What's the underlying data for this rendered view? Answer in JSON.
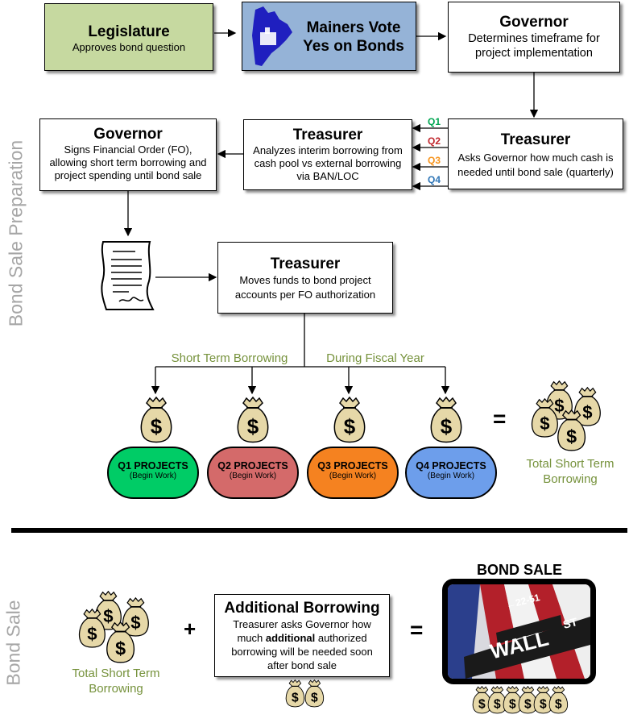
{
  "side_labels": {
    "prep": "Bond Sale Preparation",
    "sale": "Bond Sale"
  },
  "legislature": {
    "title": "Legislature",
    "text": "Approves bond question"
  },
  "mainers": {
    "title_line1": "Mainers Vote",
    "title_line2": "Yes on Bonds"
  },
  "governor1": {
    "title": "Governor",
    "text": "Determines timeframe for project implementation"
  },
  "treasurer1": {
    "title": "Treasurer",
    "text": "Asks Governor how much cash is needed until bond sale (quarterly)"
  },
  "quarters": [
    {
      "label": "Q1",
      "color": "#00a651"
    },
    {
      "label": "Q2",
      "color": "#c0272d"
    },
    {
      "label": "Q3",
      "color": "#f7941d"
    },
    {
      "label": "Q4",
      "color": "#2e75b6"
    }
  ],
  "treasurer2": {
    "title": "Treasurer",
    "text": "Analyzes interim borrowing from cash pool vs external borrowing via BAN/LOC"
  },
  "governor2": {
    "title": "Governor",
    "text": "Signs Financial Order (FO), allowing short term borrowing and project spending until bond sale"
  },
  "treasurer3": {
    "title": "Treasurer",
    "text": "Moves funds to bond project accounts per FO authorization"
  },
  "branch_labels": {
    "left": "Short Term Borrowing",
    "right": "During Fiscal Year"
  },
  "projects": [
    {
      "title": "Q1 PROJECTS",
      "sub": "(Begin Work)",
      "color": "#00cc66"
    },
    {
      "title": "Q2 PROJECTS",
      "sub": "(Begin Work)",
      "color": "#d46a6a"
    },
    {
      "title": "Q3 PROJECTS",
      "sub": "(Begin Work)",
      "color": "#f58220"
    },
    {
      "title": "Q4 PROJECTS",
      "sub": "(Begin Work)",
      "color": "#6d9eeb"
    }
  ],
  "equals_sign": "=",
  "plus_sign": "+",
  "total_short_term": {
    "line1": "Total Short Term",
    "line2": "Borrowing"
  },
  "additional": {
    "title": "Additional Borrowing",
    "text_before": "Treasurer asks Governor how much ",
    "text_bold": "additional",
    "text_after": " authorized borrowing will be needed soon after bond sale"
  },
  "bond_sale": {
    "title": "BOND SALE",
    "sign_number": "←22-51",
    "sign_street": "WALL",
    "sign_suffix": "ST"
  },
  "icons": {
    "money_bag": "money-bag-icon",
    "document": "document-icon",
    "maine_map": "maine-map-icon"
  }
}
